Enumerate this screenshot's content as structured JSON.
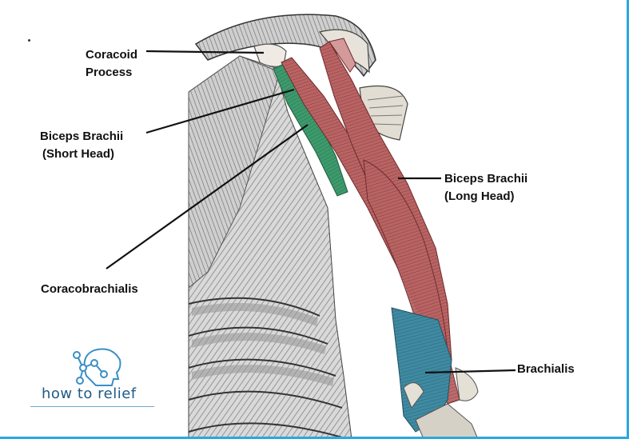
{
  "labels": {
    "coracoid_1": "Coracoid",
    "coracoid_2": "Process",
    "short_head_1": "Biceps Brachii",
    "short_head_2": "(Short Head)",
    "long_head_1": "Biceps Brachii",
    "long_head_2": "(Long Head)",
    "coracobrachialis": "Coracobrachialis",
    "brachialis": "Brachialis"
  },
  "logo": {
    "text": "how to relief",
    "icon": "head-network-icon"
  },
  "colors": {
    "biceps": "#b86464",
    "coracobrachialis": "#3d9a6c",
    "brachialis": "#3f8aa2",
    "bone": "#e8e3da",
    "frame_border": "#29a9e0",
    "logo": "#1e5a86"
  }
}
